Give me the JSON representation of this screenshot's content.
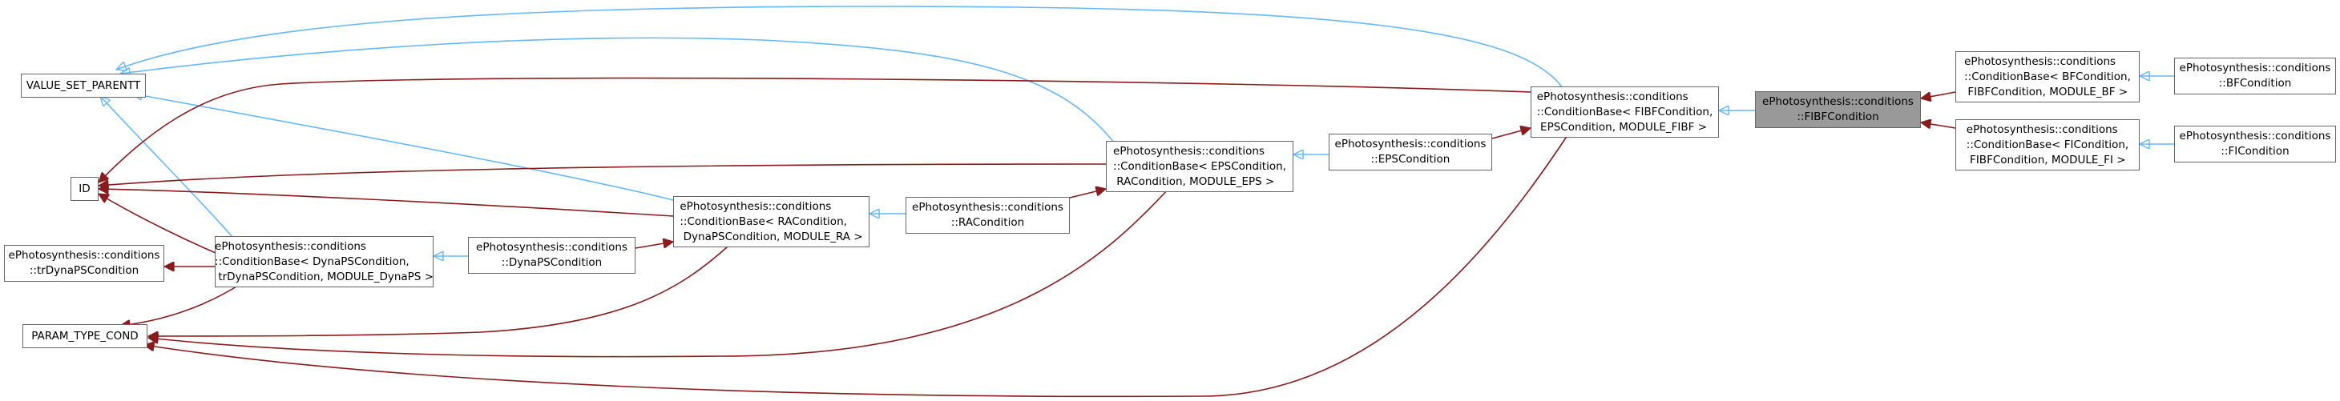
{
  "diagram": {
    "colors": {
      "inheritance": "#63b8ff",
      "usage": "#8b1a1a",
      "node_border": "#666666",
      "current_fill": "#999999"
    },
    "nodes": {
      "value_set_parent": "VALUE_SET_PARENTT",
      "id": "ID",
      "param_type_cond": "PARAM_TYPE_COND",
      "tr_dynaps": "ePhotosynthesis::conditions\n::trDynaPSCondition",
      "cb_dynaps": "ePhotosynthesis::conditions\n::ConditionBase< DynaPSCondition,\n trDynaPSCondition, MODULE_DynaPS >",
      "dynaps": "ePhotosynthesis::conditions\n::DynaPSCondition",
      "cb_ra": "ePhotosynthesis::conditions\n::ConditionBase< RACondition,\n DynaPSCondition, MODULE_RA >",
      "ra": "ePhotosynthesis::conditions\n::RACondition",
      "cb_eps": "ePhotosynthesis::conditions\n::ConditionBase< EPSCondition,\n RACondition, MODULE_EPS >",
      "eps": "ePhotosynthesis::conditions\n::EPSCondition",
      "cb_fibf": "ePhotosynthesis::conditions\n::ConditionBase< FIBFCondition,\n EPSCondition, MODULE_FIBF >",
      "fibf": "ePhotosynthesis::conditions\n::FIBFCondition",
      "cb_bf": "ePhotosynthesis::conditions\n::ConditionBase< BFCondition,\n FIBFCondition, MODULE_BF >",
      "cb_fi": "ePhotosynthesis::conditions\n::ConditionBase< FICondition,\n FIBFCondition, MODULE_FI >",
      "bf": "ePhotosynthesis::conditions\n::BFCondition",
      "fi": "ePhotosynthesis::conditions\n::FICondition"
    }
  }
}
